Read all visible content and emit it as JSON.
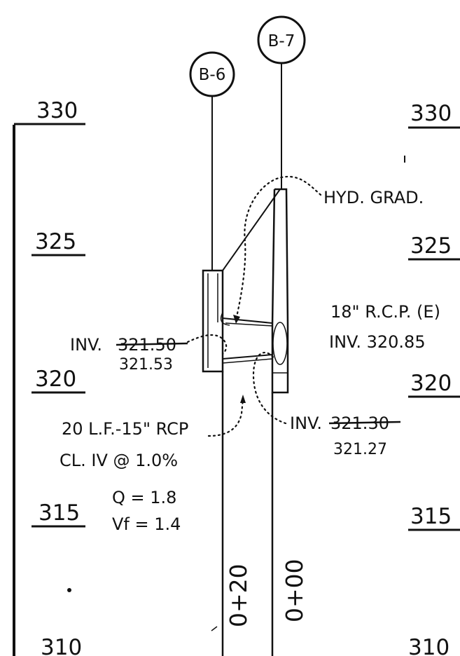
{
  "elevations": {
    "left": [
      "330",
      "325",
      "320",
      "315",
      "310"
    ],
    "right": [
      "330",
      "325",
      "320",
      "315",
      "310"
    ]
  },
  "structures": {
    "left_bubble": "B-6",
    "right_bubble": "B-7"
  },
  "labels": {
    "hyd_grad": "HYD. GRAD.",
    "rcp_e": "18\" R.C.P. (E)",
    "inv_right_top": "INV. 320.85",
    "inv_left_old": "321.50",
    "inv_left_prefix": "INV.",
    "inv_left_new": "321.53",
    "pipe_line1": "20 L.F.-15\" RCP",
    "pipe_line2": "CL. IV @ 1.0%",
    "inv_bottom_prefix": "INV.",
    "inv_bottom_old": "321.30",
    "inv_bottom_new": "321.27",
    "q_value": "Q = 1.8",
    "v_value": "Vf = 1.4"
  },
  "stations": {
    "left": "0+20",
    "right": "0+00"
  },
  "colors": {
    "ink": "#111111",
    "paper": "#ffffff"
  }
}
